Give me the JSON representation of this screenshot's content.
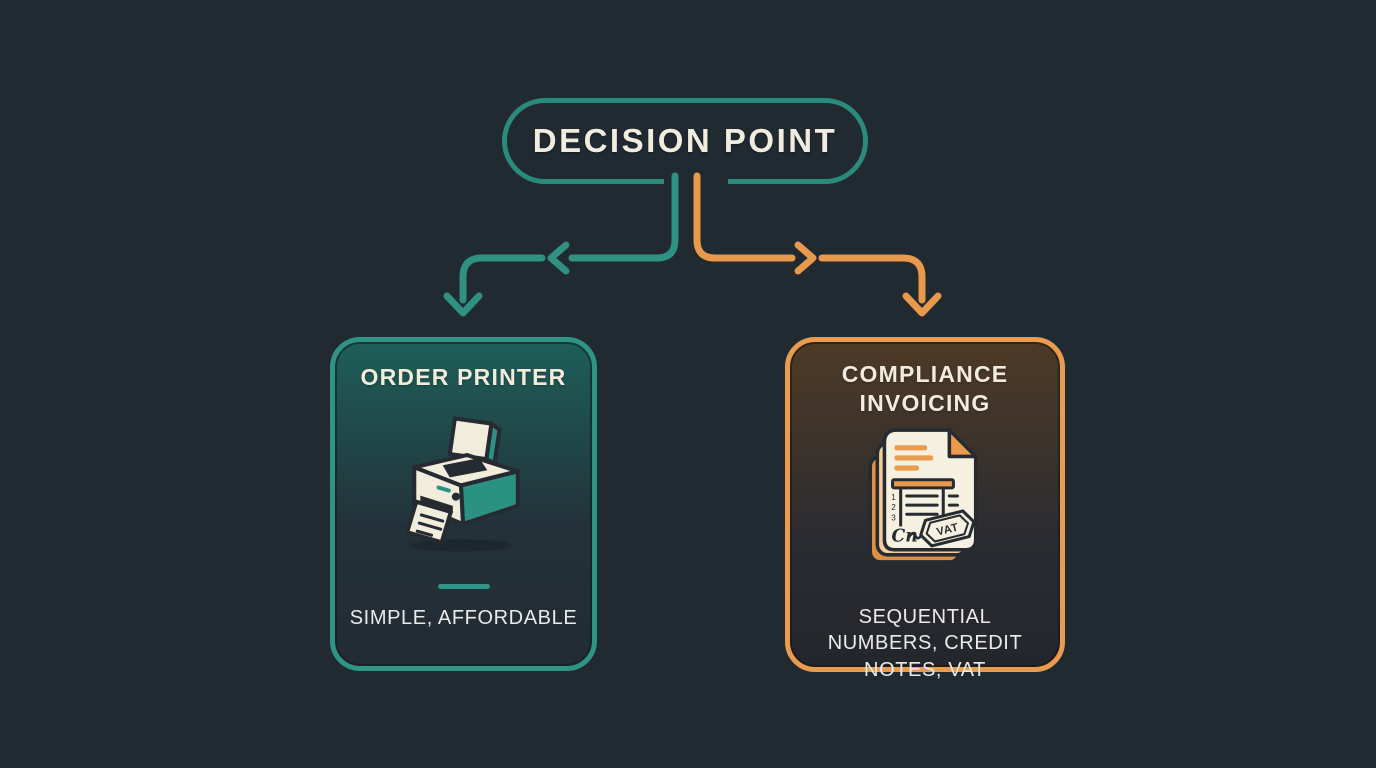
{
  "diagram": {
    "title_node": {
      "label": "DECISION POINT"
    },
    "branch_left": {
      "title": "ORDER PRINTER",
      "subtitle": "SIMPLE, AFFORDABLE",
      "icon": "printer-icon",
      "accent_color": "#2F9485"
    },
    "branch_right": {
      "title": "COMPLIANCE INVOICING",
      "subtitle": "SEQUENTIAL NUMBERS, CREDIT NOTES, VAT",
      "icon": "invoice-vat-icon",
      "accent_color": "#E89A4D",
      "icon_texts": {
        "stamp": "VAT",
        "signature": "Cn",
        "rows": [
          "1",
          "2",
          "3"
        ]
      }
    },
    "colors": {
      "background": "#212931",
      "teal": "#2E9182",
      "orange": "#E8994B",
      "cream_text": "#F1ECDE",
      "light_text": "#ECEBE8"
    }
  }
}
